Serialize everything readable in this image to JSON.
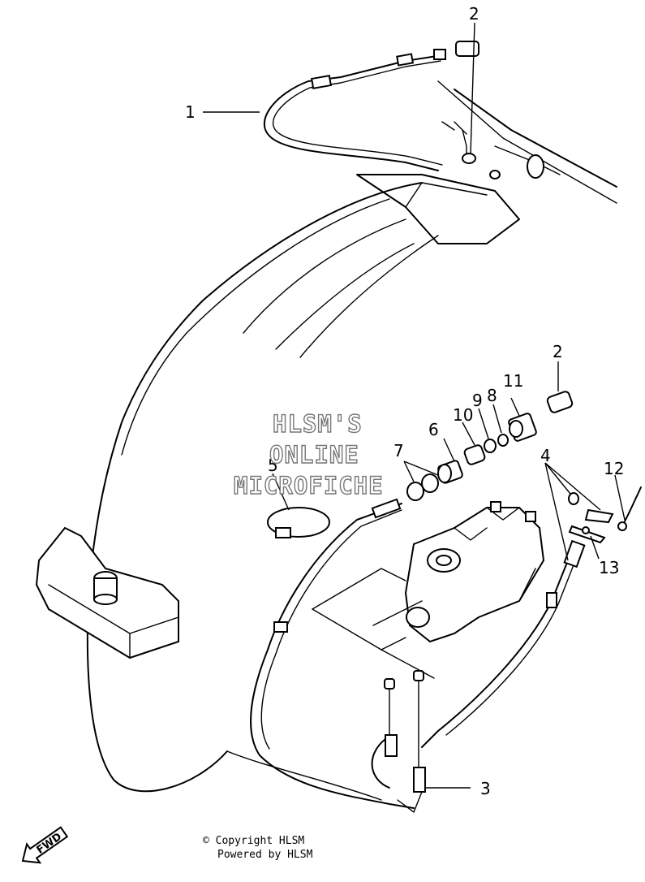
{
  "callouts": {
    "c1": "1",
    "c2a": "2",
    "c2b": "2",
    "c3": "3",
    "c4": "4",
    "c5": "5",
    "c6": "6",
    "c7": "7",
    "c8": "8",
    "c9": "9",
    "c10": "10",
    "c11": "11",
    "c12": "12",
    "c13": "13"
  },
  "watermark": {
    "line1": "HLSM'S",
    "line2": "ONLINE",
    "line3": "MICROFICHE"
  },
  "footer": {
    "copyright": "© Copyright HLSM",
    "powered": "Powered by HLSM"
  },
  "fwd_badge": "FWD"
}
